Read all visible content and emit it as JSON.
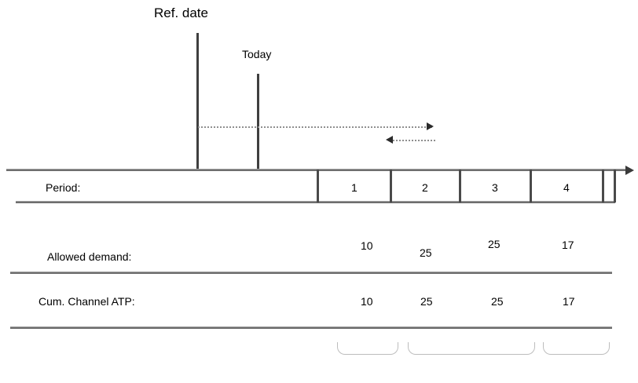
{
  "diagram": {
    "markers": {
      "ref_date_label": "Ref. date",
      "today_label": "Today"
    },
    "rows": [
      {
        "key": "period",
        "label": "Period:"
      },
      {
        "key": "allowed",
        "label": "Allowed demand:"
      },
      {
        "key": "atp",
        "label": "Cum. Channel ATP:"
      }
    ],
    "periods": [
      {
        "index": "1"
      },
      {
        "index": "2"
      },
      {
        "index": "3"
      },
      {
        "index": "4"
      }
    ],
    "allowed_demand": [
      "10",
      "25",
      "25",
      "17"
    ],
    "cum_channel_atp": [
      "10",
      "25",
      "25",
      "17"
    ],
    "colors": {
      "line": "#6e6e6e",
      "marker": "#3f3f3f",
      "dash": "#8f8f8f",
      "brace": "#bdbdbd",
      "text": "#000000"
    }
  }
}
